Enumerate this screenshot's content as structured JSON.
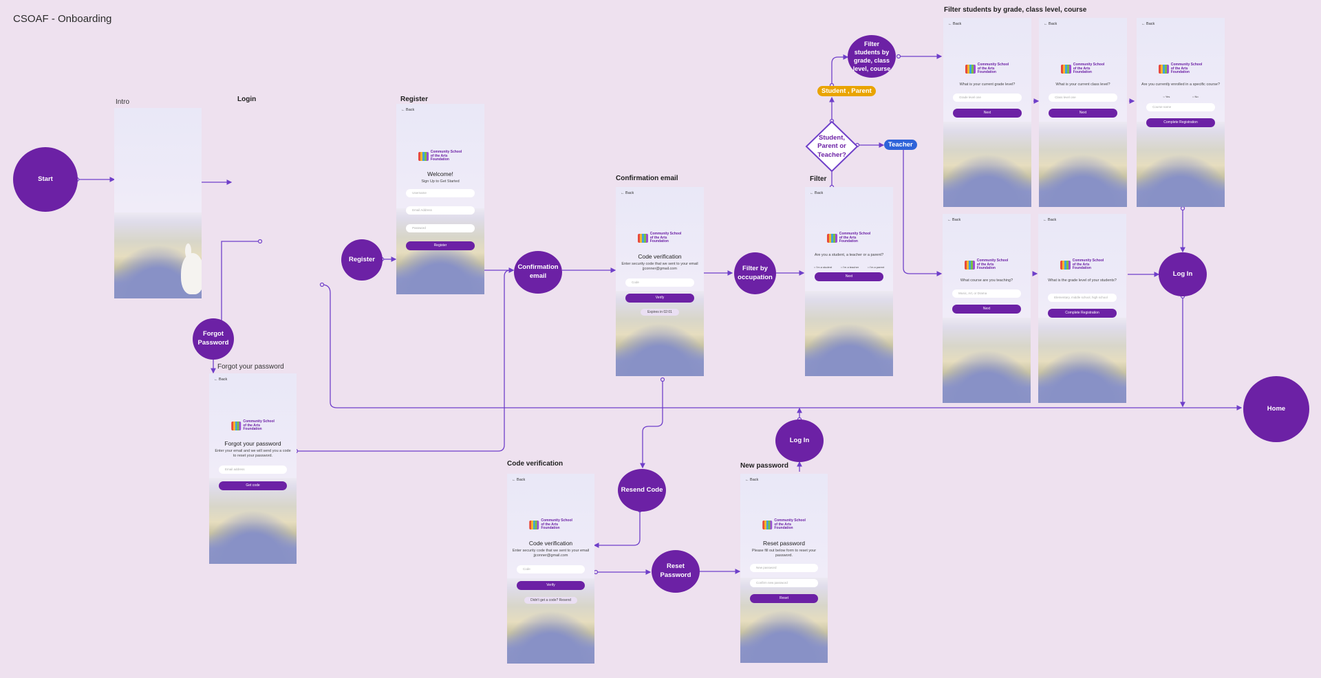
{
  "board": {
    "title": "CSOAF - Onboarding"
  },
  "labels": {
    "intro": "Intro",
    "login": "Login",
    "register": "Register",
    "confirmation_email": "Confirmation email",
    "filter": "Filter",
    "filter_students": "Filter students by grade, class level, course",
    "forgot_password": "Forgot your password",
    "code_verification": "Code verification",
    "new_password": "New  password"
  },
  "nodes": {
    "start": "Start",
    "forgot_password": "Forgot\nPassword",
    "register": "Register",
    "confirmation_email": "Confirmation\nemail",
    "filter_by_occupation": "Filter by\noccupation",
    "decision": "Student,\nParent or\nTeacher?",
    "student_parent": "Student , Parent",
    "teacher": "Teacher",
    "filter_students": "Filter\nstudents by\ngrade, class\nlevel, course",
    "log_in_right": "Log In",
    "log_in_center": "Log In",
    "home": "Home",
    "resend_code": "Resend Code",
    "reset_password": "Reset\nPassword"
  },
  "common": {
    "back": "← Back",
    "logo": "Community School\nof the Arts Foundation"
  },
  "screens": {
    "register": {
      "title": "Welcome!",
      "subtitle": "Sign Up to Get Started",
      "fields": [
        "Username",
        "Email Address",
        "Password"
      ],
      "button": "Register"
    },
    "confirmation": {
      "title": "Code verification",
      "text": "Enter security code that we sent to your email jjconner@gmail.com",
      "field": "Code",
      "button": "Verify",
      "chip": "Expires in 02:01"
    },
    "filter": {
      "question": "Are you a student, a teacher or a parent?",
      "options": [
        "I'm a student",
        "I'm a teacher",
        "I'm a parent"
      ],
      "button": "Next"
    },
    "grade": {
      "question": "What is your current grade level?",
      "field": "Grade level one",
      "button": "Next"
    },
    "class_level": {
      "question": "What is your current class level?",
      "field": "Class level one",
      "button": "Next"
    },
    "enrolled": {
      "question": "Are you currently enrolled in a specific course?",
      "options": [
        "Yes",
        "No"
      ],
      "field": "Course name",
      "button": "Complete Registration"
    },
    "teaching": {
      "question": "What course are you teaching?",
      "field": "Music, Art, or Drama",
      "button": "Next"
    },
    "teacher_grade": {
      "question": "What is the grade level of your students?",
      "field": "Elementary, middle school, high school",
      "button": "Complete Registration"
    },
    "forgot": {
      "title": "Forgot your password",
      "text": "Enter your email and we will send you a code to reset your password.",
      "field": "Email address",
      "button": "Get code"
    },
    "code_verification": {
      "title": "Code verification",
      "text": "Enter security code that we sent to your email jjconner@gmail.com",
      "field": "Code",
      "button": "Verify",
      "chip": "Didn't get a code? Resend"
    },
    "new_password": {
      "title": "Reset password",
      "text": "Please fill out below form to reset your password.",
      "fields": [
        "New password",
        "Confirm new password"
      ],
      "button": "Reset"
    }
  }
}
